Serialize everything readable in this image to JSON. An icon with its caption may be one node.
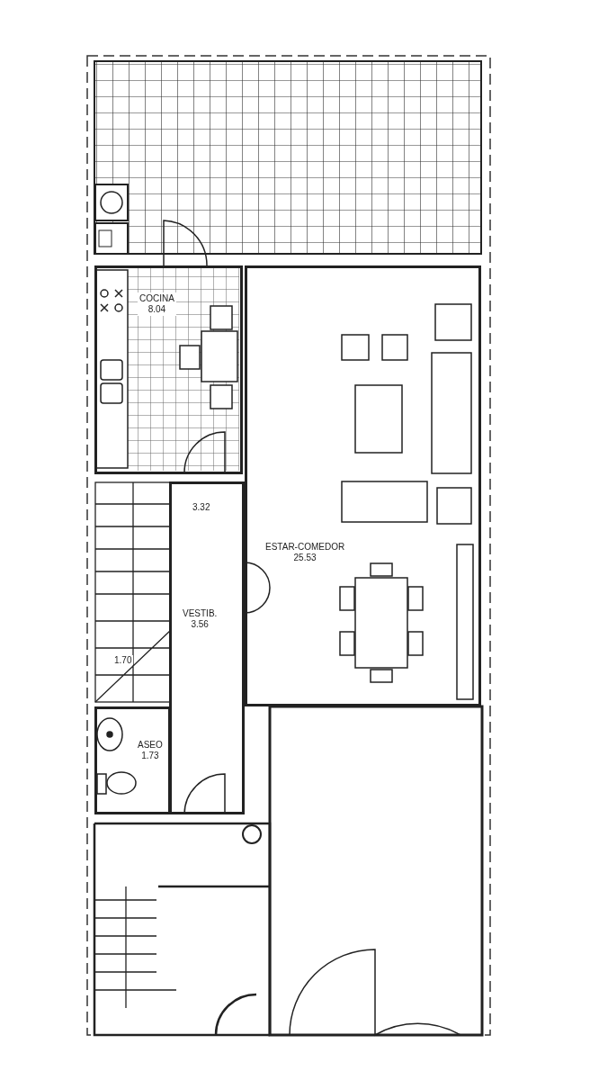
{
  "diagram": {
    "nodes": [
      {
        "text": [
          "COCINA",
          "8.04"
        ]
      },
      {
        "text": [
          "ESTAR-COMEDOR",
          "25.53"
        ]
      },
      {
        "text": [
          "VESTIB.",
          "3.56"
        ]
      },
      {
        "text": [
          "ASEO",
          "1.73"
        ]
      }
    ],
    "edges": [],
    "labels": [
      "3.32",
      "1.70"
    ]
  }
}
